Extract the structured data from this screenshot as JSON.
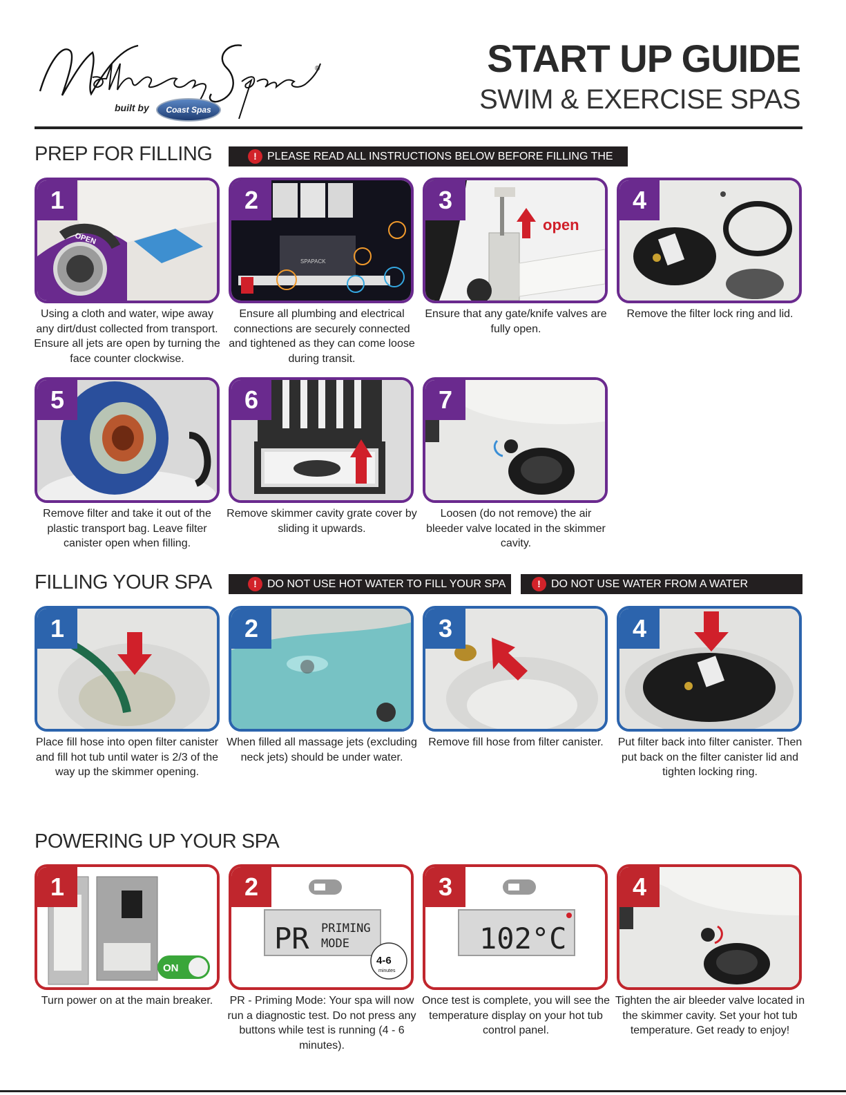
{
  "header": {
    "brand_script": "Wellness Spas",
    "registered_mark": "®",
    "built_by": "built by",
    "badge_text": "Coast Spas",
    "title": "START UP GUIDE",
    "subtitle": "SWIM & EXERCISE SPAS"
  },
  "colors": {
    "prep": "#6a2a8e",
    "filling": "#2c64ad",
    "powering": "#c0262d",
    "warning_bg": "#231f20",
    "warning_icon": "#d2232a",
    "on_toggle": "#3aa63a"
  },
  "prep": {
    "heading": "PREP FOR FILLING",
    "warning": "PLEASE READ ALL INSTRUCTIONS BELOW BEFORE FILLING THE SPA",
    "steps": [
      {
        "num": "1",
        "caption": "Using a cloth and water, wipe away any dirt/dust collected from transport. Ensure all jets are open by turning the face counter clockwise.",
        "overlay": "OPEN"
      },
      {
        "num": "2",
        "caption": "Ensure all plumbing and electrical connections are securely connected and tightened as they can come loose during transit.",
        "overlay": "SPAPACK"
      },
      {
        "num": "3",
        "caption": "Ensure that any gate/knife valves are fully open.",
        "overlay": "open"
      },
      {
        "num": "4",
        "caption": "Remove the filter lock ring and lid."
      },
      {
        "num": "5",
        "caption": "Remove filter and take it out of the plastic transport bag.  Leave filter canister open when filling."
      },
      {
        "num": "6",
        "caption": "Remove skimmer cavity grate cover by sliding it upwards."
      },
      {
        "num": "7",
        "caption": "Loosen (do not remove) the air bleeder valve located in the skimmer cavity."
      }
    ]
  },
  "filling": {
    "heading": "FILLING YOUR SPA",
    "warning_1": "DO NOT USE HOT WATER TO FILL YOUR SPA",
    "warning_2": "DO NOT USE WATER FROM A WATER SOFTENER",
    "steps": [
      {
        "num": "1",
        "caption": "Place fill hose into open filter canister and fill hot tub until water is 2/3 of the way up the skimmer opening."
      },
      {
        "num": "2",
        "caption": "When filled all massage jets (excluding neck jets) should be under water."
      },
      {
        "num": "3",
        "caption": "Remove fill hose from filter canister."
      },
      {
        "num": "4",
        "caption": "Put filter back into filter canister.  Then put back on the filter canister lid and tighten locking ring."
      }
    ]
  },
  "powering": {
    "heading": "POWERING UP YOUR SPA",
    "steps": [
      {
        "num": "1",
        "caption": "Turn power on at the main breaker.",
        "toggle": "ON"
      },
      {
        "num": "2",
        "caption": "PR - Priming Mode: Your spa will now run a diagnostic test. Do not press any buttons while test is running (4 - 6 minutes).",
        "display_big": "PR",
        "display_small_1": "PRIMING",
        "display_small_2": "MODE",
        "timer": "4-6",
        "timer_unit": "minutes"
      },
      {
        "num": "3",
        "caption": "Once test is complete, you will see the temperature display on your hot tub control panel.",
        "display_big": "102°C"
      },
      {
        "num": "4",
        "caption": "Tighten the air bleeder valve located in the skimmer cavity. Set your hot tub temperature.  Get ready to enjoy!"
      }
    ]
  }
}
